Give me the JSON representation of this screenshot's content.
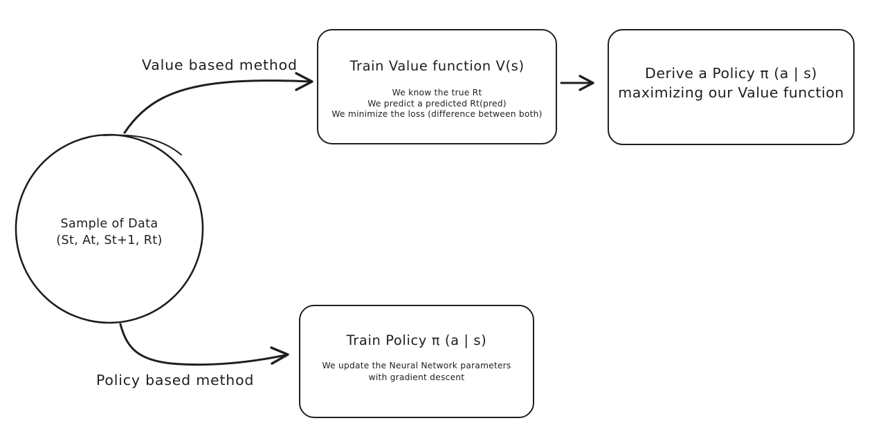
{
  "colors": {
    "stroke": "#1e1e1e",
    "background": "#ffffff"
  },
  "circle": {
    "line1": "Sample of Data",
    "line2": "(St, At, St+1, Rt)"
  },
  "labels": {
    "value_method": "Value based method",
    "policy_method": "Policy based method"
  },
  "boxes": {
    "train_value": {
      "title": "Train Value function V(s)",
      "lines": [
        "We know the true Rt",
        "We predict a predicted Rt(pred)",
        "We minimize the loss (difference between both)"
      ]
    },
    "derive_policy": {
      "line1": "Derive a Policy π (a | s)",
      "line2": "maximizing our Value function"
    },
    "train_policy": {
      "title": "Train Policy π (a | s)",
      "lines": [
        "We update the Neural Network parameters",
        "with gradient descent"
      ]
    }
  }
}
